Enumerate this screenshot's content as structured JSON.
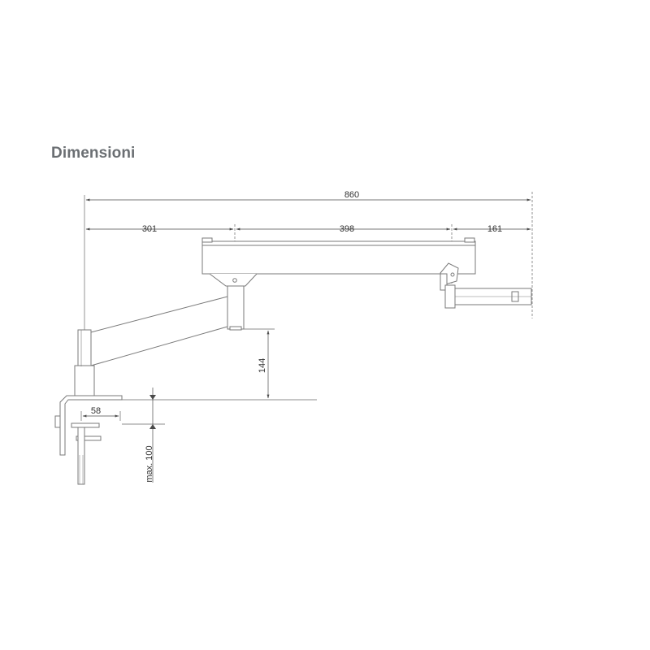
{
  "title": "Dimensioni",
  "dimensions": {
    "total_width": "860",
    "segment_1": "301",
    "segment_2": "398",
    "segment_3": "161",
    "height": "144",
    "clamp_depth": "58",
    "clamp_max": "max. 100"
  },
  "colors": {
    "title": "#6b6f73",
    "line": "#7a7a7a",
    "dim_line": "#4a4a4a",
    "text": "#333333"
  }
}
